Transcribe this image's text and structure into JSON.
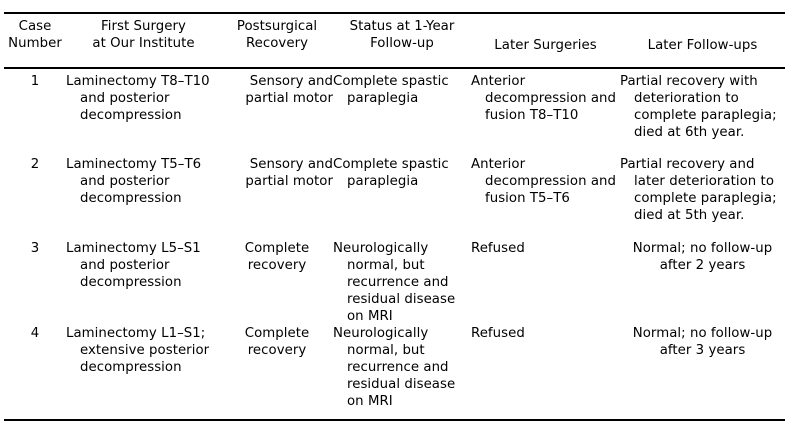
{
  "table": {
    "columns": [
      {
        "id": "case-number",
        "header": "Case\nNumber"
      },
      {
        "id": "first-surgery",
        "header": "First Surgery\nat Our Institute"
      },
      {
        "id": "postsurgical-recovery",
        "header": "Postsurgical\nRecovery"
      },
      {
        "id": "status-1-year",
        "header": "Status at 1-Year\nFollow-up"
      },
      {
        "id": "later-surgeries",
        "header": "Later Surgeries"
      },
      {
        "id": "later-followups",
        "header": "Later Follow-ups"
      }
    ],
    "rows": [
      {
        "case_number": "1",
        "first_surgery": "Laminectomy T8–T10 and posterior decompression",
        "postsurgical_recovery": "Sensory and partial motor",
        "status_1_year": "Complete spastic paraplegia",
        "later_surgeries": "Anterior decompression and fusion T8–T10",
        "later_followups": "Partial recovery with deterioration to complete paraplegia; died at 6th year."
      },
      {
        "case_number": "2",
        "first_surgery": "Laminectomy T5–T6 and posterior decompression",
        "postsurgical_recovery": "Sensory and partial motor",
        "status_1_year": "Complete spastic paraplegia",
        "later_surgeries": "Anterior decompression and fusion T5–T6",
        "later_followups": "Partial recovery and later deterioration to complete paraplegia; died at 5th year."
      },
      {
        "case_number": "3",
        "first_surgery": "Laminectomy L5–S1 and posterior decompression",
        "postsurgical_recovery": "Complete recovery",
        "status_1_year": "Neurologically normal, but recurrence and residual disease on MRI",
        "later_surgeries": "Refused",
        "later_followups": "Normal; no follow-up after 2 years"
      },
      {
        "case_number": "4",
        "first_surgery": "Laminectomy L1–S1; extensive posterior decompression",
        "postsurgical_recovery": "Complete recovery",
        "status_1_year": "Neurologically normal, but recurrence and residual disease on MRI",
        "later_surgeries": "Refused",
        "later_followups": "Normal; no follow-up after 3 years"
      }
    ]
  },
  "style": {
    "rule_color": "#000000",
    "text_color": "#000000",
    "background": "#ffffff"
  }
}
